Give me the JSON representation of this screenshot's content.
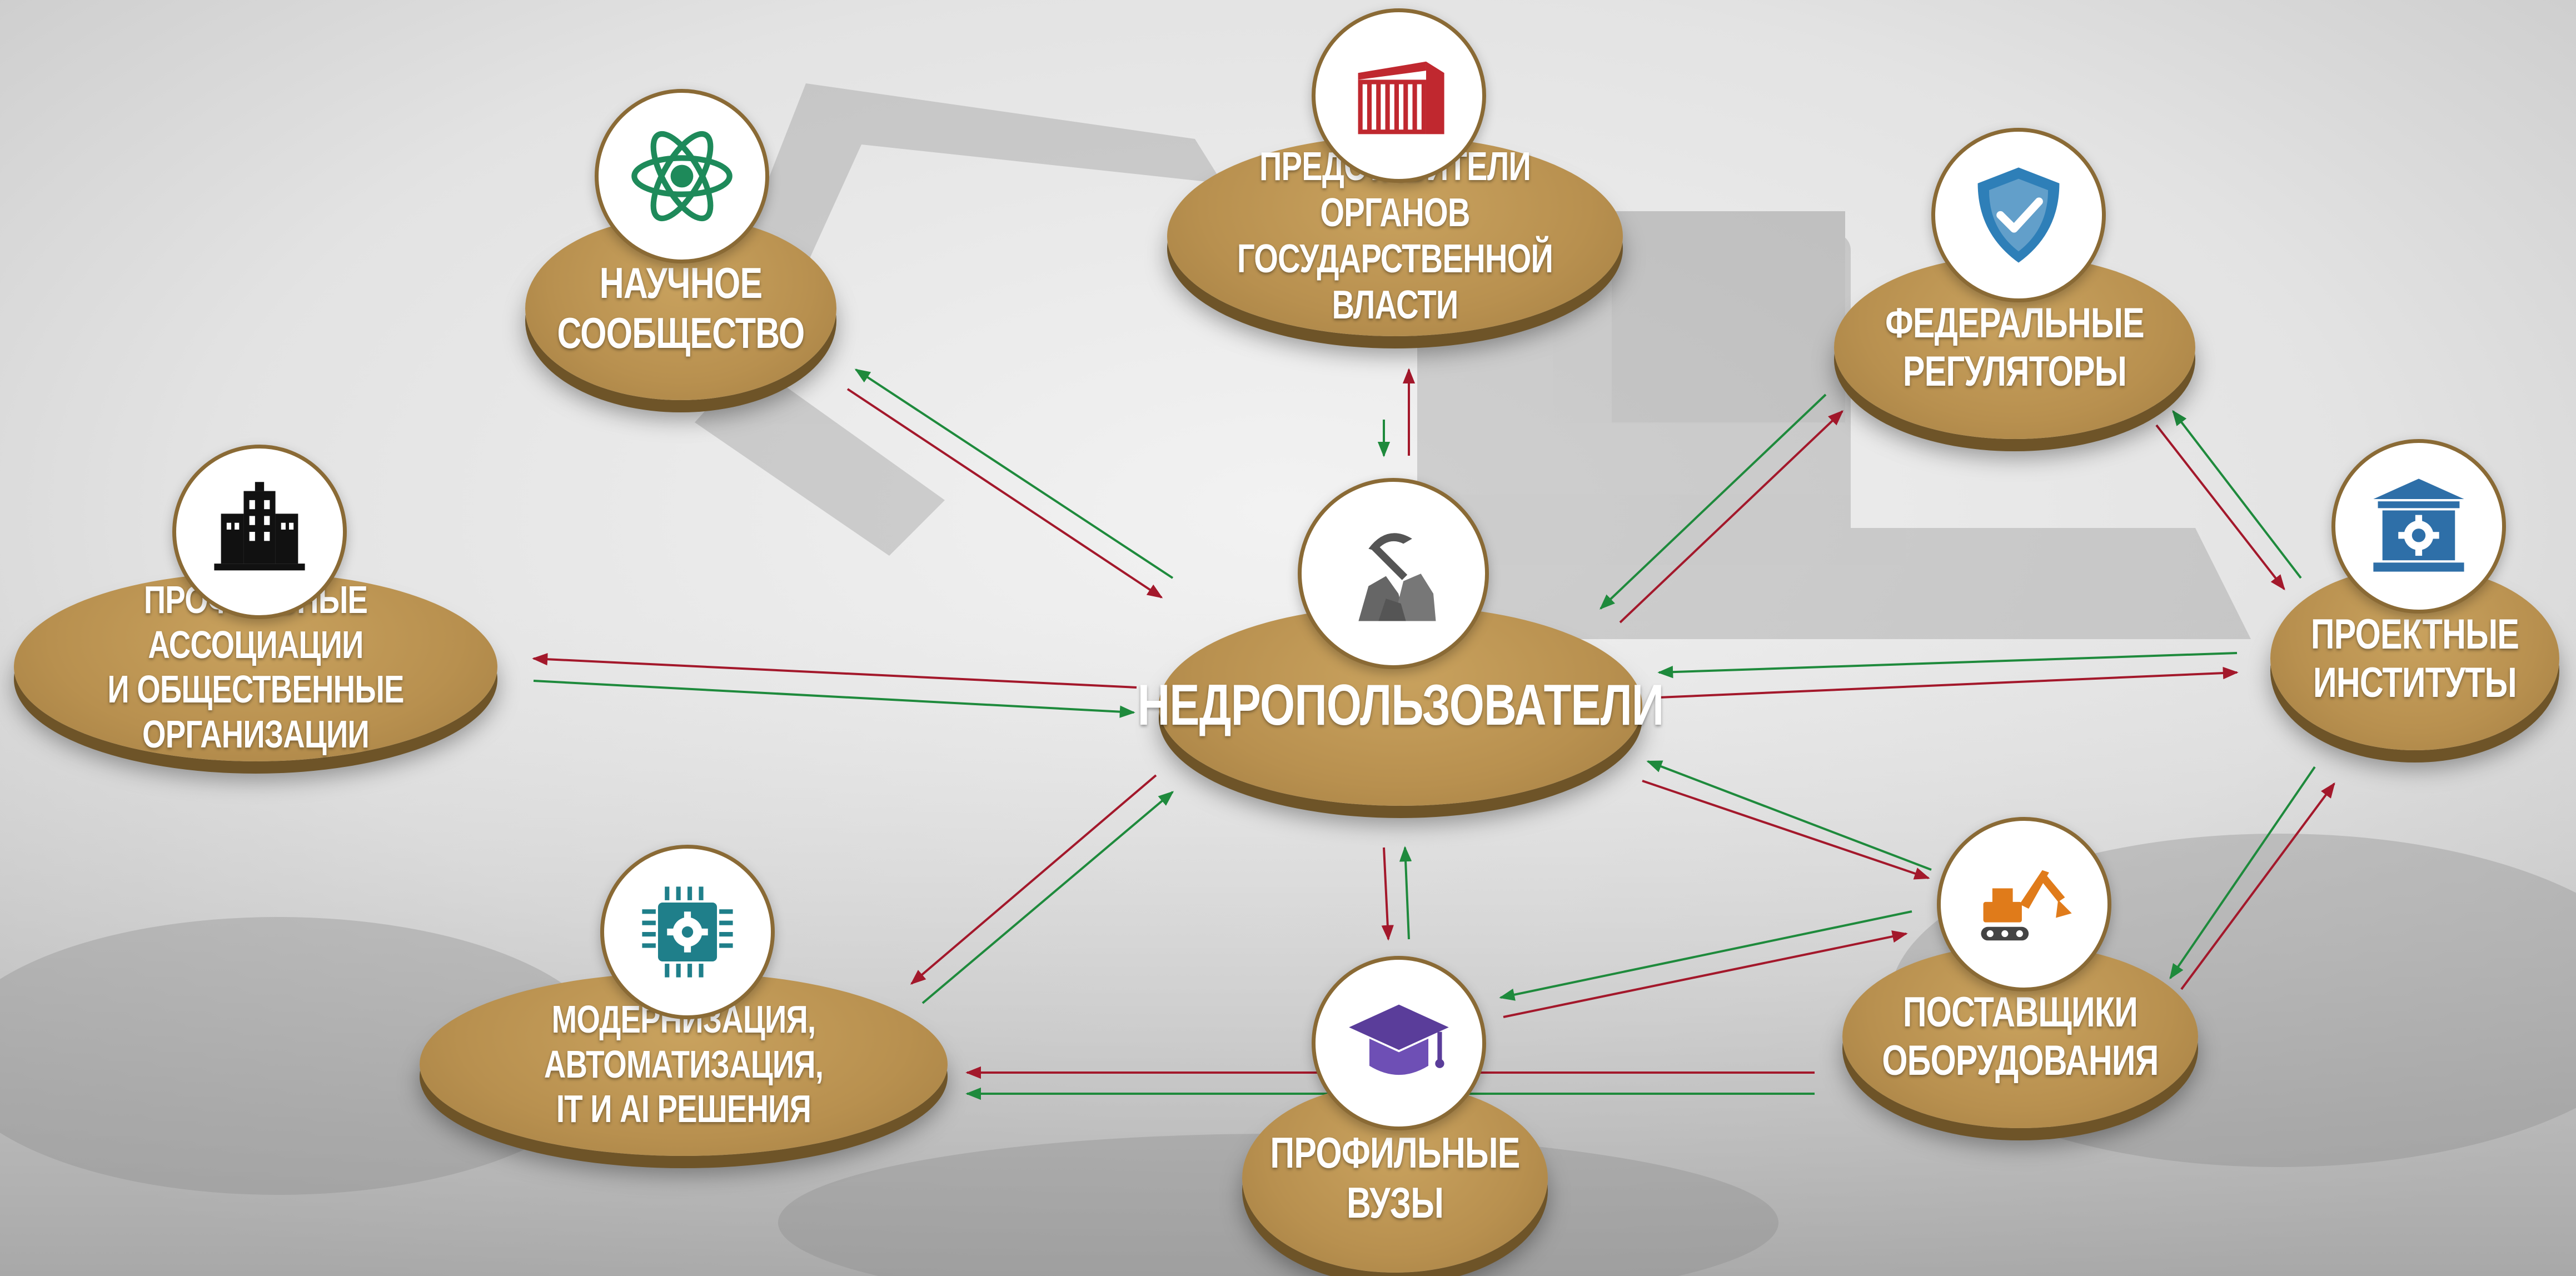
{
  "center": {
    "label": "НЕДРОПОЛЬЗОВАТЕЛИ",
    "icon": "pickaxe-rocks-icon"
  },
  "nodes": {
    "science": {
      "line1": "НАУЧНОЕ",
      "line2": "СООБЩЕСТВО",
      "icon": "atom-icon"
    },
    "government": {
      "line1": "ПРЕДСТАВИТЕЛИ ОРГАНОВ",
      "line2": "ГОСУДАРСТВЕННОЙ ВЛАСТИ",
      "icon": "government-building-icon"
    },
    "regulators": {
      "line1": "ФЕДЕРАЛЬНЫЕ",
      "line2": "РЕГУЛЯТОРЫ",
      "icon": "shield-check-icon"
    },
    "associations": {
      "line1": "ПРОФИЛЬНЫЕ АССОЦИАЦИИ",
      "line2": "И ОБЩЕСТВЕННЫЕ ОРГАНИЗАЦИИ",
      "icon": "office-buildings-icon"
    },
    "institutes": {
      "line1": "ПРОЕКТНЫЕ",
      "line2": "ИНСТИТУТЫ",
      "icon": "institute-gear-icon"
    },
    "modernization": {
      "line1": "МОДЕРНИЗАЦИЯ, АВТОМАТИЗАЦИЯ,",
      "line2": "IT И AI РЕШЕНИЯ",
      "icon": "chip-gear-icon"
    },
    "suppliers": {
      "line1": "ПОСТАВЩИКИ",
      "line2": "ОБОРУДОВАНИЯ",
      "icon": "excavator-icon"
    },
    "universities": {
      "line1": "ПРОФИЛЬНЫЕ",
      "line2": "ВУЗЫ",
      "icon": "graduation-cap-icon"
    }
  },
  "colors": {
    "disk": "#b8904f",
    "arrow_red": "#a3182b",
    "arrow_green": "#1e8a3c",
    "label": "#ffffff"
  }
}
